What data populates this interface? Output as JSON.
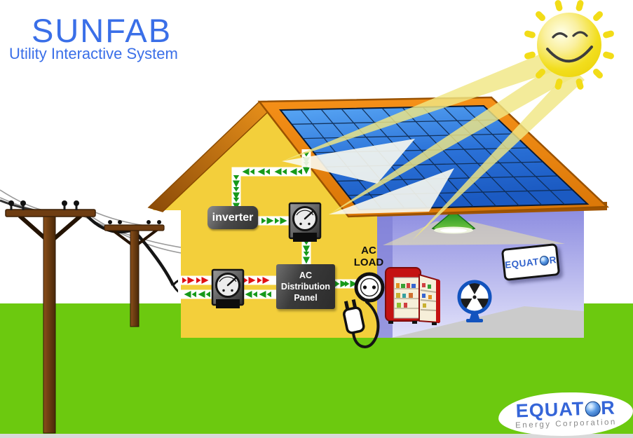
{
  "header": {
    "title": "SUNFAB",
    "subtitle": "Utility Interactive System",
    "text_color": "#3a6fe8"
  },
  "equipment": {
    "inverter": {
      "label": "inverter"
    },
    "ac_distribution_panel": {
      "line1": "AC",
      "line2": "Distribution",
      "line3": "Panel"
    },
    "ac_load": {
      "line1": "AC",
      "line2": "LOAD"
    },
    "meters": {
      "count": 2,
      "type": "analog-gauge"
    }
  },
  "flows": [
    {
      "name": "solar-panel-to-inverter",
      "color": "#17991a",
      "from": "solar panel",
      "to": "inverter"
    },
    {
      "name": "inverter-to-meter",
      "color": "#17991a",
      "from": "inverter",
      "to": "kwh meter"
    },
    {
      "name": "meter-to-ac-distribution-panel",
      "color": "#17991a",
      "from": "kwh meter",
      "to": "AC Distribution Panel"
    },
    {
      "name": "utility-grid-to-ac-distribution-panel",
      "color": "#e01212",
      "from": "utility grid",
      "to": "AC Distribution Panel"
    },
    {
      "name": "ac-distribution-panel-to-utility-grid",
      "color": "#17991a",
      "from": "AC Distribution Panel",
      "to": "utility grid"
    },
    {
      "name": "ac-distribution-panel-to-ac-load",
      "color": "#17991a",
      "from": "AC Distribution Panel",
      "to": "AC load"
    }
  ],
  "room": {
    "sign": {
      "left": "EQUAT",
      "right": "R",
      "globe": "globe-icon"
    },
    "appliances": [
      "refrigerator",
      "fan",
      "pendant-lamp"
    ]
  },
  "footer_logo": {
    "brand_left": "EQUAT",
    "brand_right": "R",
    "globe": "globe-icon",
    "subtitle": "Energy Corporation"
  },
  "colors": {
    "title_blue": "#3a6fe8",
    "house_yellow": "#f3cf3b",
    "roof_orange": "#ef8a0b",
    "panel_blue": "#2b72d8",
    "grass_green": "#6cc90f",
    "flow_green": "#17991a",
    "flow_red": "#e01212",
    "interior_purple": "#9a9ae8",
    "sun_yellow": "#f2dc17"
  },
  "icons": {
    "sun": "smiling-sun-icon",
    "utility_pole": "utility-pole-icon",
    "meter": "gauge-meter-icon",
    "outlet": "power-outlet-icon",
    "plug": "power-plug-icon",
    "lamp": "pendant-lamp-icon",
    "fan": "fan-icon",
    "fridge": "refrigerator-icon",
    "globe": "globe-icon"
  }
}
